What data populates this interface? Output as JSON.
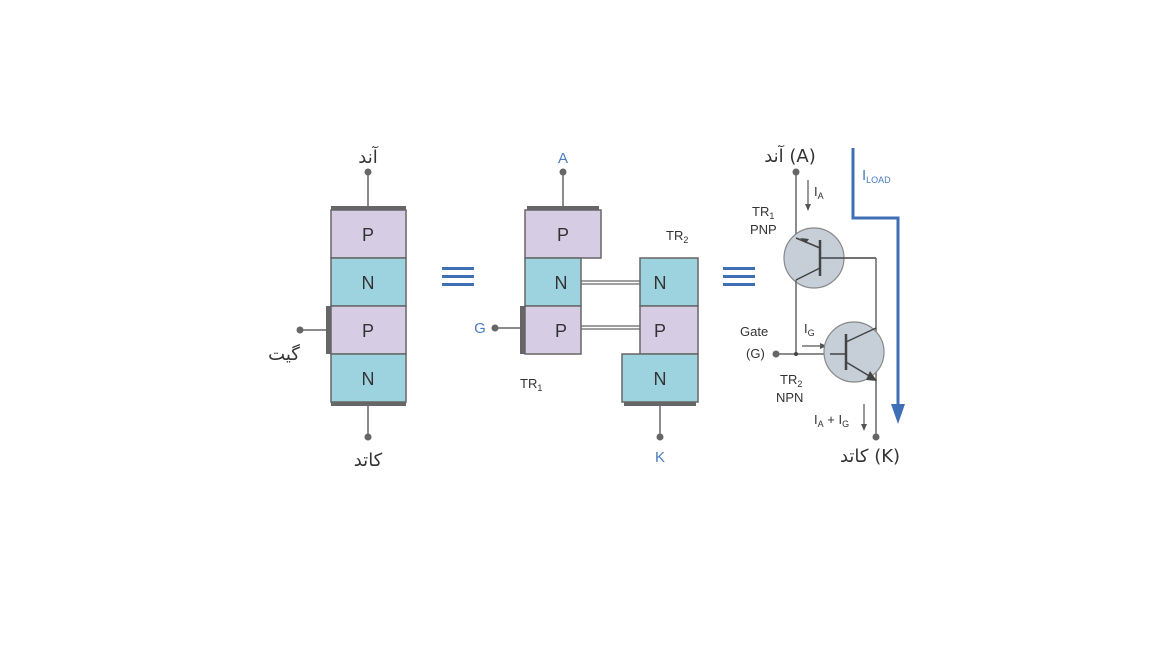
{
  "colors": {
    "p_layer": "#d6cde4",
    "n_layer": "#9cd3df",
    "layer_border": "#666666",
    "contact": "#666666",
    "wire": "#666666",
    "equiv": "#3f6fb5",
    "load_arrow": "#3f6fb5",
    "transistor_fill": "#c6ced8",
    "label_blue": "#4a7cc0"
  },
  "left_structure": {
    "anode_label": "آند",
    "cathode_label": "کاتد",
    "gate_label": "گیت",
    "layers": [
      "P",
      "N",
      "P",
      "N"
    ]
  },
  "middle_structure": {
    "anode_label": "A",
    "gate_label": "G",
    "cathode_label": "K",
    "tr1_label": "TR",
    "tr1_sub": "1",
    "tr2_label": "TR",
    "tr2_sub": "2",
    "tr1_layers": [
      "P",
      "N",
      "P"
    ],
    "tr2_layers": [
      "N",
      "P",
      "N"
    ]
  },
  "circuit": {
    "anode_label": "آند (A)",
    "cathode_label": "کاتد (K)",
    "gate_label_1": "Gate",
    "gate_label_2": "(G)",
    "tr1_name": "TR",
    "tr1_sub": "1",
    "tr1_type": "PNP",
    "tr2_name": "TR",
    "tr2_sub": "2",
    "tr2_type": "NPN",
    "ia_label": "I",
    "ia_sub": "A",
    "ig_label": "I",
    "ig_sub": "G",
    "iak_label_a": "I",
    "iak_sub_a": "A",
    "iak_plus": " + ",
    "iak_label_g": "I",
    "iak_sub_g": "G",
    "iload_label": "I",
    "iload_sub": "LOAD"
  }
}
